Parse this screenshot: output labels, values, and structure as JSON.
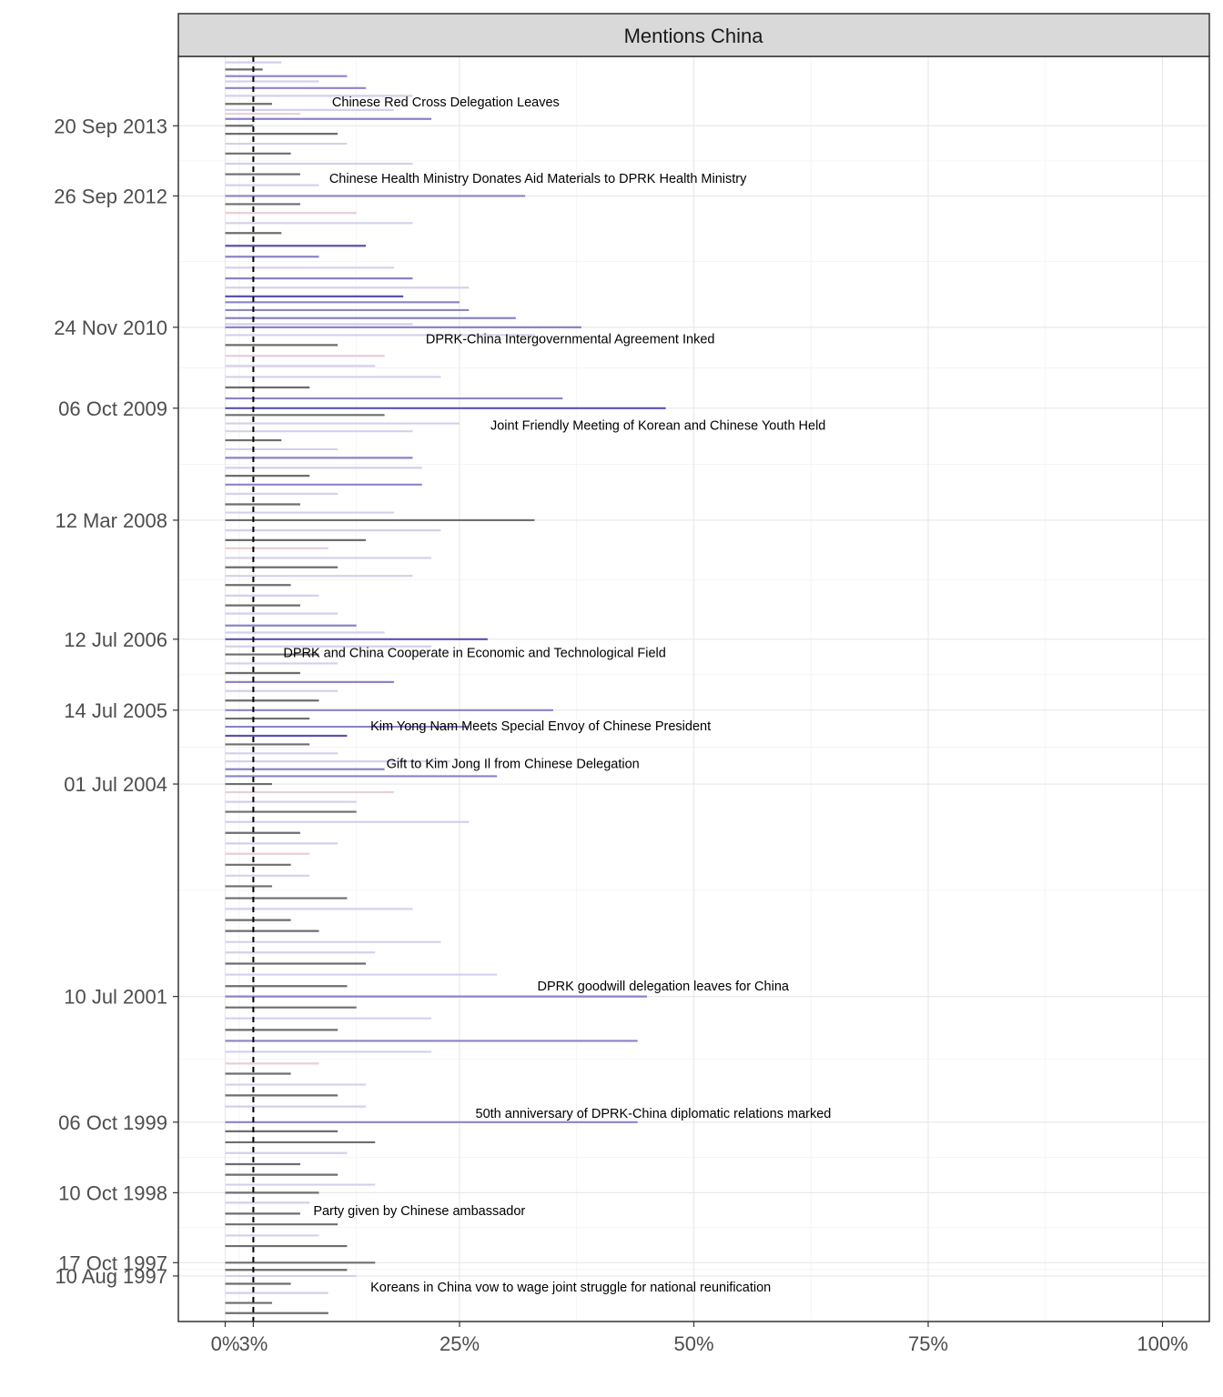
{
  "chart_data": {
    "type": "bar",
    "orientation": "horizontal",
    "facet_title": "Mentions China",
    "x_axis": {
      "ticks": [
        {
          "value": 0,
          "label": "0%"
        },
        {
          "value": 3,
          "label": "3%"
        },
        {
          "value": 25,
          "label": "25%"
        },
        {
          "value": 50,
          "label": "50%"
        },
        {
          "value": 75,
          "label": "75%"
        },
        {
          "value": 100,
          "label": "100%"
        }
      ],
      "range": [
        -5,
        105
      ],
      "reference_line": 3
    },
    "y_axis": {
      "ticks": [
        {
          "date": "2013-09-20",
          "label": "20 Sep 2013"
        },
        {
          "date": "2012-09-26",
          "label": "26 Sep 2012"
        },
        {
          "date": "2010-11-24",
          "label": "24 Nov 2010"
        },
        {
          "date": "2009-10-06",
          "label": "06 Oct 2009"
        },
        {
          "date": "2008-03-12",
          "label": "12 Mar 2008"
        },
        {
          "date": "2006-07-12",
          "label": "12 Jul 2006"
        },
        {
          "date": "2005-07-14",
          "label": "14 Jul 2005"
        },
        {
          "date": "2004-07-01",
          "label": "01 Jul 2004"
        },
        {
          "date": "2001-07-10",
          "label": "10 Jul 2001"
        },
        {
          "date": "1999-10-06",
          "label": "06 Oct 1999"
        },
        {
          "date": "1998-10-10",
          "label": "10 Oct 1998"
        },
        {
          "date": "1997-10-17",
          "label": "17 Oct 1997"
        },
        {
          "date": "1997-08-10",
          "label": "10 Aug 1997"
        }
      ],
      "range": [
        "1996-12-20",
        "2014-09-10"
      ]
    },
    "grid": true,
    "colors": {
      "gray": "#6e6e6e",
      "light_gray": "#b4b4b4",
      "lavender": "#d4d0ec",
      "purple": "#8a84c8",
      "dark_purple": "#5a52b0",
      "pink": "#e8cfd6",
      "reference_line": "#000000"
    },
    "bars": [
      {
        "date": "2014-08-10",
        "value": 6,
        "color": "lavender"
      },
      {
        "date": "2014-07-05",
        "value": 4,
        "color": "gray"
      },
      {
        "date": "2014-06-01",
        "value": 13,
        "color": "purple"
      },
      {
        "date": "2014-05-05",
        "value": 10,
        "color": "lavender"
      },
      {
        "date": "2014-04-01",
        "value": 15,
        "color": "purple"
      },
      {
        "date": "2014-02-20",
        "value": 20,
        "color": "lavender"
      },
      {
        "date": "2014-01-10",
        "value": 5,
        "color": "gray"
      },
      {
        "date": "2013-12-10",
        "value": 18,
        "color": "lavender"
      },
      {
        "date": "2013-11-20",
        "value": 8,
        "color": "pink"
      },
      {
        "date": "2013-10-25",
        "value": 22,
        "color": "purple"
      },
      {
        "date": "2013-09-20",
        "value": 3,
        "color": "gray"
      },
      {
        "date": "2013-08-10",
        "value": 12,
        "color": "gray"
      },
      {
        "date": "2013-06-20",
        "value": 13,
        "color": "lavender"
      },
      {
        "date": "2013-05-01",
        "value": 7,
        "color": "gray"
      },
      {
        "date": "2013-03-10",
        "value": 20,
        "color": "lavender"
      },
      {
        "date": "2013-01-15",
        "value": 8,
        "color": "gray"
      },
      {
        "date": "2012-11-20",
        "value": 10,
        "color": "lavender"
      },
      {
        "date": "2012-09-26",
        "value": 32,
        "color": "purple"
      },
      {
        "date": "2012-08-15",
        "value": 8,
        "color": "gray"
      },
      {
        "date": "2012-07-01",
        "value": 14,
        "color": "pink"
      },
      {
        "date": "2012-05-10",
        "value": 20,
        "color": "lavender"
      },
      {
        "date": "2012-03-20",
        "value": 6,
        "color": "gray"
      },
      {
        "date": "2012-01-15",
        "value": 15,
        "color": "dark_purple"
      },
      {
        "date": "2011-11-20",
        "value": 10,
        "color": "purple"
      },
      {
        "date": "2011-09-25",
        "value": 18,
        "color": "lavender"
      },
      {
        "date": "2011-08-01",
        "value": 20,
        "color": "purple"
      },
      {
        "date": "2011-06-15",
        "value": 26,
        "color": "lavender"
      },
      {
        "date": "2011-05-01",
        "value": 19,
        "color": "dark_purple"
      },
      {
        "date": "2011-04-01",
        "value": 25,
        "color": "purple"
      },
      {
        "date": "2011-02-20",
        "value": 26,
        "color": "purple"
      },
      {
        "date": "2011-01-10",
        "value": 31,
        "color": "purple"
      },
      {
        "date": "2010-12-10",
        "value": 20,
        "color": "lavender"
      },
      {
        "date": "2010-11-24",
        "value": 38,
        "color": "purple"
      },
      {
        "date": "2010-10-15",
        "value": 33,
        "color": "lavender"
      },
      {
        "date": "2010-08-25",
        "value": 12,
        "color": "gray"
      },
      {
        "date": "2010-07-01",
        "value": 17,
        "color": "pink"
      },
      {
        "date": "2010-05-10",
        "value": 16,
        "color": "lavender"
      },
      {
        "date": "2010-03-15",
        "value": 23,
        "color": "lavender"
      },
      {
        "date": "2010-01-20",
        "value": 9,
        "color": "gray"
      },
      {
        "date": "2009-11-25",
        "value": 36,
        "color": "purple"
      },
      {
        "date": "2009-10-06",
        "value": 47,
        "color": "dark_purple"
      },
      {
        "date": "2009-09-01",
        "value": 17,
        "color": "gray"
      },
      {
        "date": "2009-07-20",
        "value": 25,
        "color": "lavender"
      },
      {
        "date": "2009-06-10",
        "value": 20,
        "color": "lavender"
      },
      {
        "date": "2009-04-25",
        "value": 6,
        "color": "gray"
      },
      {
        "date": "2009-03-10",
        "value": 12,
        "color": "lavender"
      },
      {
        "date": "2009-01-25",
        "value": 20,
        "color": "purple"
      },
      {
        "date": "2008-12-05",
        "value": 21,
        "color": "lavender"
      },
      {
        "date": "2008-10-25",
        "value": 9,
        "color": "gray"
      },
      {
        "date": "2008-09-10",
        "value": 21,
        "color": "purple"
      },
      {
        "date": "2008-07-25",
        "value": 12,
        "color": "lavender"
      },
      {
        "date": "2008-06-01",
        "value": 8,
        "color": "gray"
      },
      {
        "date": "2008-04-20",
        "value": 18,
        "color": "lavender"
      },
      {
        "date": "2008-03-12",
        "value": 33,
        "color": "gray"
      },
      {
        "date": "2008-01-20",
        "value": 23,
        "color": "lavender"
      },
      {
        "date": "2007-12-01",
        "value": 15,
        "color": "gray"
      },
      {
        "date": "2007-10-20",
        "value": 11,
        "color": "pink"
      },
      {
        "date": "2007-09-01",
        "value": 22,
        "color": "lavender"
      },
      {
        "date": "2007-07-15",
        "value": 12,
        "color": "gray"
      },
      {
        "date": "2007-06-01",
        "value": 20,
        "color": "lavender"
      },
      {
        "date": "2007-04-15",
        "value": 7,
        "color": "gray"
      },
      {
        "date": "2007-02-20",
        "value": 10,
        "color": "lavender"
      },
      {
        "date": "2007-01-01",
        "value": 8,
        "color": "gray"
      },
      {
        "date": "2006-11-20",
        "value": 12,
        "color": "lavender"
      },
      {
        "date": "2006-09-20",
        "value": 14,
        "color": "purple"
      },
      {
        "date": "2006-08-15",
        "value": 17,
        "color": "lavender"
      },
      {
        "date": "2006-07-12",
        "value": 28,
        "color": "dark_purple"
      },
      {
        "date": "2006-06-05",
        "value": 22,
        "color": "lavender"
      },
      {
        "date": "2006-04-25",
        "value": 10,
        "color": "gray"
      },
      {
        "date": "2006-03-10",
        "value": 12,
        "color": "lavender"
      },
      {
        "date": "2006-01-20",
        "value": 8,
        "color": "gray"
      },
      {
        "date": "2005-12-05",
        "value": 18,
        "color": "purple"
      },
      {
        "date": "2005-10-20",
        "value": 12,
        "color": "lavender"
      },
      {
        "date": "2005-09-01",
        "value": 10,
        "color": "gray"
      },
      {
        "date": "2005-07-14",
        "value": 35,
        "color": "purple"
      },
      {
        "date": "2005-06-01",
        "value": 9,
        "color": "gray"
      },
      {
        "date": "2005-04-20",
        "value": 26,
        "color": "purple"
      },
      {
        "date": "2005-03-05",
        "value": 13,
        "color": "dark_purple"
      },
      {
        "date": "2005-01-20",
        "value": 9,
        "color": "gray"
      },
      {
        "date": "2004-12-05",
        "value": 12,
        "color": "lavender"
      },
      {
        "date": "2004-10-25",
        "value": 24,
        "color": "lavender"
      },
      {
        "date": "2004-09-15",
        "value": 17,
        "color": "purple"
      },
      {
        "date": "2004-08-10",
        "value": 29,
        "color": "purple"
      },
      {
        "date": "2004-07-01",
        "value": 5,
        "color": "gray"
      },
      {
        "date": "2004-05-20",
        "value": 18,
        "color": "pink"
      },
      {
        "date": "2004-04-01",
        "value": 14,
        "color": "lavender"
      },
      {
        "date": "2004-02-10",
        "value": 14,
        "color": "gray"
      },
      {
        "date": "2003-12-20",
        "value": 26,
        "color": "lavender"
      },
      {
        "date": "2003-10-25",
        "value": 8,
        "color": "gray"
      },
      {
        "date": "2003-09-01",
        "value": 12,
        "color": "lavender"
      },
      {
        "date": "2003-07-10",
        "value": 9,
        "color": "pink"
      },
      {
        "date": "2003-05-15",
        "value": 7,
        "color": "gray"
      },
      {
        "date": "2003-03-20",
        "value": 9,
        "color": "lavender"
      },
      {
        "date": "2003-01-25",
        "value": 5,
        "color": "gray"
      },
      {
        "date": "2002-11-25",
        "value": 13,
        "color": "gray"
      },
      {
        "date": "2002-10-01",
        "value": 20,
        "color": "lavender"
      },
      {
        "date": "2002-08-05",
        "value": 7,
        "color": "gray"
      },
      {
        "date": "2002-06-10",
        "value": 10,
        "color": "gray"
      },
      {
        "date": "2002-04-15",
        "value": 23,
        "color": "lavender"
      },
      {
        "date": "2002-02-20",
        "value": 16,
        "color": "lavender"
      },
      {
        "date": "2001-12-25",
        "value": 15,
        "color": "gray"
      },
      {
        "date": "2001-10-30",
        "value": 29,
        "color": "lavender"
      },
      {
        "date": "2001-09-01",
        "value": 13,
        "color": "gray"
      },
      {
        "date": "2001-07-10",
        "value": 45,
        "color": "purple"
      },
      {
        "date": "2001-05-15",
        "value": 14,
        "color": "gray"
      },
      {
        "date": "2001-03-20",
        "value": 22,
        "color": "lavender"
      },
      {
        "date": "2001-01-20",
        "value": 12,
        "color": "gray"
      },
      {
        "date": "2000-11-25",
        "value": 44,
        "color": "purple"
      },
      {
        "date": "2000-09-30",
        "value": 22,
        "color": "lavender"
      },
      {
        "date": "2000-08-01",
        "value": 10,
        "color": "pink"
      },
      {
        "date": "2000-06-10",
        "value": 7,
        "color": "gray"
      },
      {
        "date": "2000-04-15",
        "value": 15,
        "color": "lavender"
      },
      {
        "date": "2000-02-20",
        "value": 12,
        "color": "gray"
      },
      {
        "date": "1999-12-25",
        "value": 15,
        "color": "lavender"
      },
      {
        "date": "1999-10-06",
        "value": 44,
        "color": "purple"
      },
      {
        "date": "1999-08-20",
        "value": 12,
        "color": "gray"
      },
      {
        "date": "1999-06-25",
        "value": 16,
        "color": "gray"
      },
      {
        "date": "1999-05-01",
        "value": 13,
        "color": "lavender"
      },
      {
        "date": "1999-03-05",
        "value": 8,
        "color": "gray"
      },
      {
        "date": "1999-01-10",
        "value": 12,
        "color": "gray"
      },
      {
        "date": "1998-11-20",
        "value": 16,
        "color": "lavender"
      },
      {
        "date": "1998-10-10",
        "value": 10,
        "color": "gray"
      },
      {
        "date": "1998-08-20",
        "value": 9,
        "color": "lavender"
      },
      {
        "date": "1998-06-25",
        "value": 8,
        "color": "gray"
      },
      {
        "date": "1998-05-01",
        "value": 12,
        "color": "gray"
      },
      {
        "date": "1998-03-05",
        "value": 10,
        "color": "lavender"
      },
      {
        "date": "1998-01-10",
        "value": 13,
        "color": "gray"
      },
      {
        "date": "1997-10-17",
        "value": 16,
        "color": "gray"
      },
      {
        "date": "1997-09-10",
        "value": 13,
        "color": "gray"
      },
      {
        "date": "1997-08-10",
        "value": 14,
        "color": "lavender"
      },
      {
        "date": "1997-07-01",
        "value": 7,
        "color": "gray"
      },
      {
        "date": "1997-05-15",
        "value": 11,
        "color": "lavender"
      },
      {
        "date": "1997-03-25",
        "value": 5,
        "color": "gray"
      },
      {
        "date": "1997-02-01",
        "value": 11,
        "color": "gray"
      }
    ],
    "annotations": [
      {
        "date": "2014-01-20",
        "x": 11.4,
        "text": "Chinese Red Cross Delegation Leaves"
      },
      {
        "date": "2012-12-25",
        "x": 11.1,
        "text": "Chinese Health Ministry Donates Aid Materials to DPRK Health Ministry"
      },
      {
        "date": "2010-09-25",
        "x": 21.4,
        "text": "DPRK-China Intergovernmental Agreement Inked"
      },
      {
        "date": "2009-07-10",
        "x": 28.3,
        "text": "Joint Friendly Meeting of Korean and Chinese Youth Held"
      },
      {
        "date": "2006-05-05",
        "x": 6.2,
        "text": "DPRK and China Cooperate in Economic and Technological Field"
      },
      {
        "date": "2005-04-25",
        "x": 15.5,
        "text": "Kim Yong Nam Meets Special Envoy of Chinese President"
      },
      {
        "date": "2004-10-15",
        "x": 17.2,
        "text": "Gift to Kim Jong Il from Chinese Delegation"
      },
      {
        "date": "2001-09-01",
        "x": 33.3,
        "text": "DPRK goodwill delegation leaves for China"
      },
      {
        "date": "1999-11-20",
        "x": 26.7,
        "text": "50th anniversary of DPRK-China diplomatic relations marked"
      },
      {
        "date": "1998-07-10",
        "x": 9.4,
        "text": "Party given by Chinese ambassador"
      },
      {
        "date": "1997-06-15",
        "x": 15.5,
        "text": "Koreans in China vow to wage joint struggle for national reunification"
      }
    ]
  }
}
